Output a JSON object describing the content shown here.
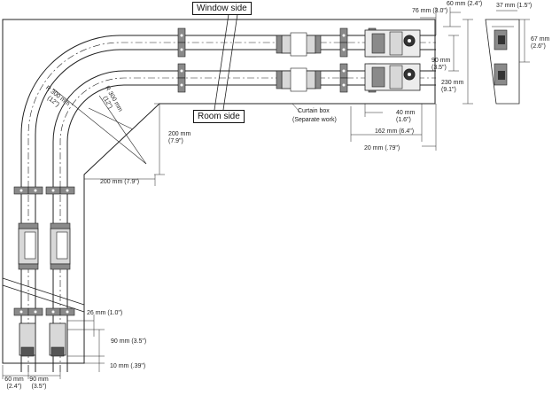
{
  "labels": {
    "window_side": "Window side",
    "room_side": "Room side",
    "curtain_box": "Curtain box",
    "separate_work": "(Separate work)",
    "radius_outer": "R 300 mm",
    "radius_outer_in": "(12\")",
    "radius_inner": "R 300 mm",
    "radius_inner_in": "(12\")"
  },
  "dimensions": {
    "d76": "76 mm (3.0\")",
    "d60_top": "60 mm (2.4\")",
    "d37": "37 mm (1.5\")",
    "d67": "67 mm",
    "d67_in": "(2.6\")",
    "d90_right": "90 mm",
    "d90_right_in": "(3.5\")",
    "d230": "230 mm",
    "d230_in": "(9.1\")",
    "d40": "40 mm",
    "d40_in": "(1.6\")",
    "d162": "162 mm (6.4\")",
    "d20": "20 mm (.79\")",
    "d200_v": "200 mm",
    "d200_v_in": "(7.9\")",
    "d200_h": "200 mm (7.9\")",
    "d26": "26 mm (1.0\")",
    "d90_bottom": "90 mm (3.5\")",
    "d10": "10 mm (.39\")",
    "d60_bottom": "60 mm",
    "d60_bottom_in": "(2.4\")",
    "d90_bottom2": "90 mm",
    "d90_bottom2_in": "(3.5\")"
  },
  "colors": {
    "line": "#222222",
    "fill_dark": "#333333",
    "fill_mid": "#8a8a8a",
    "fill_light": "#d8d8d8"
  }
}
